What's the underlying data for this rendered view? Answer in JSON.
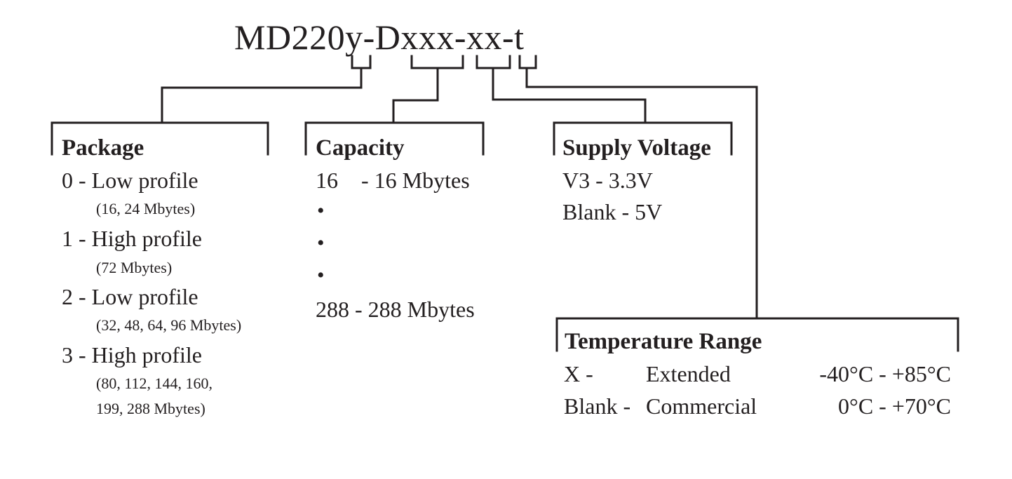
{
  "part_number": {
    "prefix": "MD220y-D",
    "capacity_code": "xxx",
    "sep1": "-",
    "voltage_code": "xx",
    "sep2": "-",
    "temp_code": "t"
  },
  "package": {
    "heading": "Package",
    "items": [
      {
        "label": "0 - Low profile",
        "note": "(16, 24 Mbytes)"
      },
      {
        "label": "1 - High profile",
        "note": "(72 Mbytes)"
      },
      {
        "label": "2 - Low profile",
        "note": "(32, 48, 64, 96 Mbytes)"
      },
      {
        "label": "3 - High profile",
        "note_lines": [
          "(80, 112, 144, 160,",
          "199, 288 Mbytes)"
        ]
      }
    ]
  },
  "capacity": {
    "heading": "Capacity",
    "first": {
      "code": "16",
      "desc": "- 16 Mbytes"
    },
    "bullet": "•",
    "last": "288 - 288 Mbytes"
  },
  "supply_voltage": {
    "heading": "Supply Voltage",
    "items": [
      "V3 - 3.3V",
      "Blank - 5V"
    ]
  },
  "temperature_range": {
    "heading": "Temperature Range",
    "rows": [
      {
        "code": "X -",
        "name": "Extended",
        "range": "-40°C - +85°C"
      },
      {
        "code": "Blank -",
        "name": "Commercial",
        "range": "0°C - +70°C"
      }
    ]
  }
}
